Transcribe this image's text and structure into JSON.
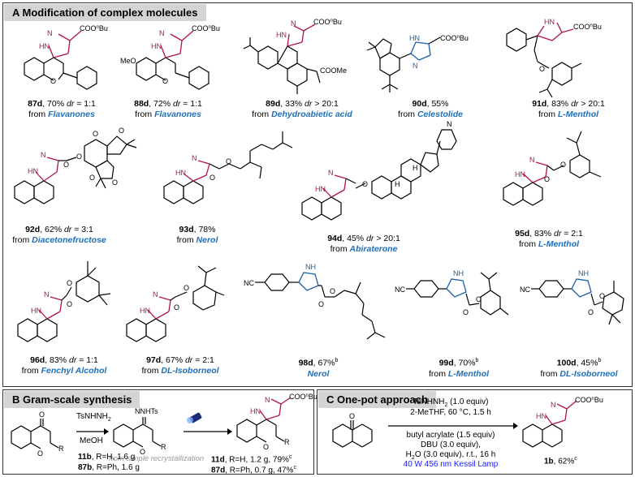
{
  "sectionA": {
    "title": "A Modification of complex molecules"
  },
  "sectionB": {
    "title": "B Gram-scale synthesis",
    "reagent_top": "TsNHNH",
    "reagent_top_sub": "2",
    "reagent_bottom": "MeOH",
    "hydrazone_label": "NNHTs",
    "note": "from simple recrystallization",
    "r_label": "R",
    "oxo_label": "O",
    "ester_label": "COO",
    "ester_sup": "n",
    "ester_tail": "Bu",
    "left_lines": [
      {
        "id": "11b",
        "rest": ", R=H, 1.6 g"
      },
      {
        "id": "87b",
        "rest": ", R=Ph, 1.6 g"
      }
    ],
    "right_lines": [
      {
        "id": "11d",
        "rest": ", R=H, 1.2 g, 79%",
        "sup": "c"
      },
      {
        "id": "87d",
        "rest": ", R=Ph, 0.7 g, 47%",
        "sup": "c"
      }
    ]
  },
  "sectionC": {
    "title": "C One-pot approach",
    "cond1": "TsNHNH",
    "cond1_sub": "2",
    "cond1_rest": " (1.0 equiv)",
    "cond2": "2-MeTHF, 60 °C, 1.5 h",
    "cond3": "butyl acrylate (1.5 equiv)",
    "cond4": "DBU (3.0 equiv),",
    "cond5a": "H",
    "cond5_sub": "2",
    "cond5b": "O (3.0 equiv), r.t., 16 h",
    "cond6": "40 W 456 nm Kessil Lamp",
    "product_id": "1b",
    "product_rest": ", 62%",
    "product_sup": "c"
  },
  "compounds": [
    {
      "id": "87d",
      "text": ", 70% ",
      "dr_label": "dr",
      "dr_val": " = 1:1",
      "from": "from ",
      "source": "Flavanones"
    },
    {
      "id": "88d",
      "text": ", 72% ",
      "dr_label": "dr",
      "dr_val": " = 1:1",
      "from": "from ",
      "source": "Flavanones"
    },
    {
      "id": "89d",
      "text": ", 33% ",
      "dr_label": "dr",
      "dr_val": " > 20:1",
      "from": "from ",
      "source": "Dehydroabietic acid"
    },
    {
      "id": "90d",
      "text": ", 55%",
      "dr_label": "",
      "dr_val": "",
      "from": "from ",
      "source": "Celestolide"
    },
    {
      "id": "91d",
      "text": ", 83% ",
      "dr_label": "dr",
      "dr_val": " > 20:1",
      "from": "from ",
      "source": "L-Menthol"
    },
    {
      "id": "92d",
      "text": ", 62% ",
      "dr_label": "dr",
      "dr_val": " = 3:1",
      "from": "from ",
      "source": "Diacetonefructose"
    },
    {
      "id": "93d",
      "text": ", 78%",
      "dr_label": "",
      "dr_val": "",
      "from": "from ",
      "source": "Nerol"
    },
    {
      "id": "94d",
      "text": ", 45% ",
      "dr_label": "dr",
      "dr_val": " > 20:1",
      "from": "from ",
      "source": "Abiraterone"
    },
    {
      "id": "95d",
      "text": ", 83% ",
      "dr_label": "dr",
      "dr_val": " = 2:1",
      "from": "from ",
      "source": "L-Menthol"
    },
    {
      "id": "96d",
      "text": ", 83% ",
      "dr_label": "dr",
      "dr_val": " = 1:1",
      "from": "from ",
      "source": "Fenchyl Alcohol"
    },
    {
      "id": "97d",
      "text": ", 67% ",
      "dr_label": "dr",
      "dr_val": " = 2:1",
      "from": "from ",
      "source": "DL-Isoborneol"
    },
    {
      "id": "98d",
      "text": ", 67%",
      "sup": "b",
      "dr_label": "",
      "dr_val": "",
      "from": "",
      "source": "Nerol"
    },
    {
      "id": "99d",
      "text": ", 70%",
      "sup": "b",
      "dr_label": "",
      "dr_val": "",
      "from": "from ",
      "source": "L-Menthol"
    },
    {
      "id": "100d",
      "text": ", 45%",
      "sup": "b",
      "dr_label": "",
      "dr_val": "",
      "from": "from ",
      "source": "DL-Isoborneol"
    }
  ],
  "atoms": {
    "N": "N",
    "HN": "HN",
    "NH": "NH",
    "O": "O",
    "OMe": "OMe",
    "MeO": "MeO",
    "NC": "NC",
    "COO": "COO",
    "n": "n",
    "Bu": "Bu",
    "COOMe": "COOMe",
    "H": "H"
  },
  "colors": {
    "pyrazoline": "#b0124f",
    "pyrazole": "#1a5fa8",
    "source_text": "#1f6fb8",
    "lamp": "#1a1aff"
  }
}
